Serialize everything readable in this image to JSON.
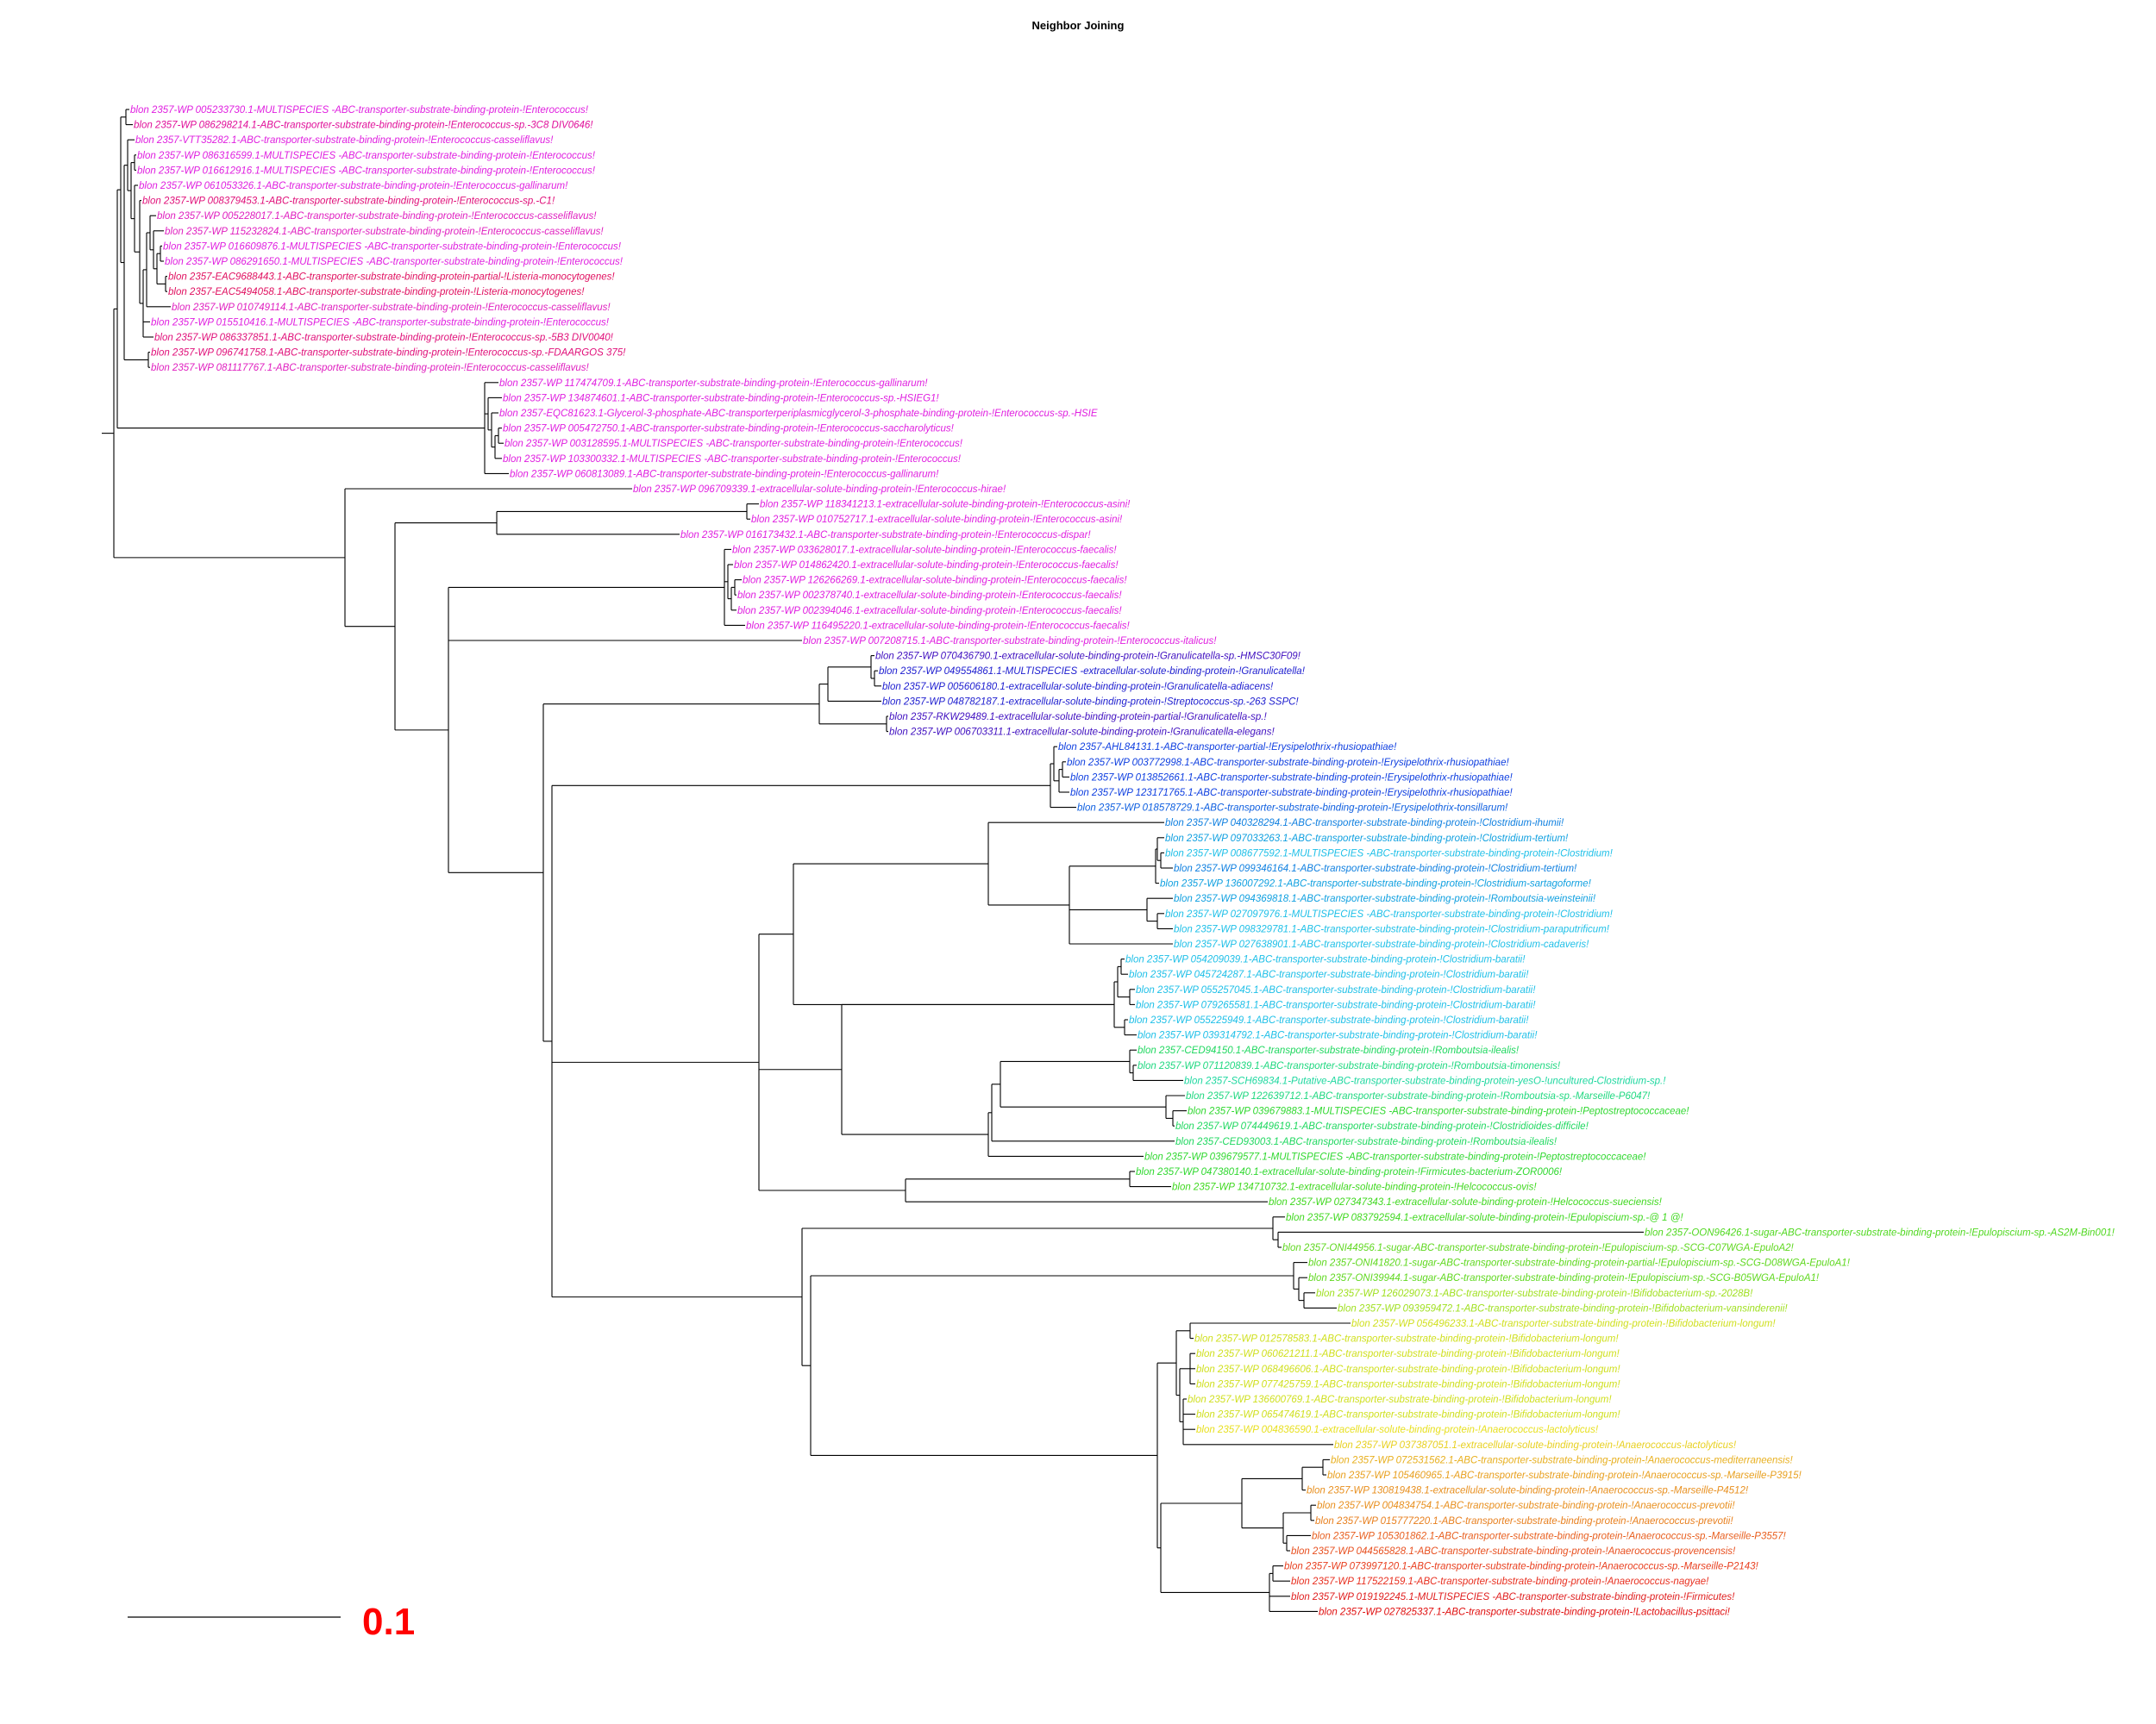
{
  "title": "Neighbor Joining",
  "scale_label": "0.1",
  "scale_color": "#ff0000",
  "branch_color": "#000000",
  "leaves": [
    {
      "label": "blon 2357-WP 005233730.1-MULTISPECIES -ABC-transporter-substrate-binding-protein-!Enterococcus!",
      "color": "#e020e0"
    },
    {
      "label": "blon 2357-WP 086298214.1-ABC-transporter-substrate-binding-protein-!Enterococcus-sp.-3C8 DIV0646!",
      "color": "#e0109a"
    },
    {
      "label": "blon 2357-VTT35282.1-ABC-transporter-substrate-binding-protein-!Enterococcus-casseliflavus!",
      "color": "#e020e0"
    },
    {
      "label": "blon 2357-WP 086316599.1-MULTISPECIES -ABC-transporter-substrate-binding-protein-!Enterococcus!",
      "color": "#e020e0"
    },
    {
      "label": "blon 2357-WP 016612916.1-MULTISPECIES -ABC-transporter-substrate-binding-protein-!Enterococcus!",
      "color": "#e020e0"
    },
    {
      "label": "blon 2357-WP 061053326.1-ABC-transporter-substrate-binding-protein-!Enterococcus-gallinarum!",
      "color": "#e020e0"
    },
    {
      "label": "blon 2357-WP 008379453.1-ABC-transporter-substrate-binding-protein-!Enterococcus-sp.-C1!",
      "color": "#e0107a"
    },
    {
      "label": "blon 2357-WP 005228017.1-ABC-transporter-substrate-binding-protein-!Enterococcus-casseliflavus!",
      "color": "#e020c0"
    },
    {
      "label": "blon 2357-WP 115232824.1-ABC-transporter-substrate-binding-protein-!Enterococcus-casseliflavus!",
      "color": "#e020c0"
    },
    {
      "label": "blon 2357-WP 016609876.1-MULTISPECIES -ABC-transporter-substrate-binding-protein-!Enterococcus!",
      "color": "#e020e0"
    },
    {
      "label": "blon 2357-WP 086291650.1-MULTISPECIES -ABC-transporter-substrate-binding-protein-!Enterococcus!",
      "color": "#e020e0"
    },
    {
      "label": "blon 2357-EAC9688443.1-ABC-transporter-substrate-binding-protein-partial-!Listeria-monocytogenes!",
      "color": "#e01060"
    },
    {
      "label": "blon 2357-EAC5494058.1-ABC-transporter-substrate-binding-protein-!Listeria-monocytogenes!",
      "color": "#e01060"
    },
    {
      "label": "blon 2357-WP 010749114.1-ABC-transporter-substrate-binding-protein-!Enterococcus-casseliflavus!",
      "color": "#e020c0"
    },
    {
      "label": "blon 2357-WP 015510416.1-MULTISPECIES -ABC-transporter-substrate-binding-protein-!Enterococcus!",
      "color": "#e020e0"
    },
    {
      "label": "blon 2357-WP 086337851.1-ABC-transporter-substrate-binding-protein-!Enterococcus-sp.-5B3 DIV0040!",
      "color": "#e0107a"
    },
    {
      "label": "blon 2357-WP 096741758.1-ABC-transporter-substrate-binding-protein-!Enterococcus-sp.-FDAARGOS 375!",
      "color": "#e0107a"
    },
    {
      "label": "blon 2357-WP 081117767.1-ABC-transporter-substrate-binding-protein-!Enterococcus-casseliflavus!",
      "color": "#e020c0"
    },
    {
      "label": "blon 2357-WP 117474709.1-ABC-transporter-substrate-binding-protein-!Enterococcus-gallinarum!",
      "color": "#e020e0"
    },
    {
      "label": "blon 2357-WP 134874601.1-ABC-transporter-substrate-binding-protein-!Enterococcus-sp.-HSIEG1!",
      "color": "#e020e0"
    },
    {
      "label": "blon 2357-EQC81623.1-Glycerol-3-phosphate-ABC-transporterperiplasmicglycerol-3-phosphate-binding-protein-!Enterococcus-sp.-HSIE",
      "color": "#e020e0"
    },
    {
      "label": "blon 2357-WP 005472750.1-ABC-transporter-substrate-binding-protein-!Enterococcus-saccharolyticus!",
      "color": "#e020e0"
    },
    {
      "label": "blon 2357-WP 003128595.1-MULTISPECIES -ABC-transporter-substrate-binding-protein-!Enterococcus!",
      "color": "#e020e0"
    },
    {
      "label": "blon 2357-WP 103300332.1-MULTISPECIES -ABC-transporter-substrate-binding-protein-!Enterococcus!",
      "color": "#e020e0"
    },
    {
      "label": "blon 2357-WP 060813089.1-ABC-transporter-substrate-binding-protein-!Enterococcus-gallinarum!",
      "color": "#e020e0"
    },
    {
      "label": "blon 2357-WP 096709339.1-extracellular-solute-binding-protein-!Enterococcus-hirae!",
      "color": "#e020e0"
    },
    {
      "label": "blon 2357-WP 118341213.1-extracellular-solute-binding-protein-!Enterococcus-asini!",
      "color": "#e020e0"
    },
    {
      "label": "blon 2357-WP 010752717.1-extracellular-solute-binding-protein-!Enterococcus-asini!",
      "color": "#e020e0"
    },
    {
      "label": "blon 2357-WP 016173432.1-ABC-transporter-substrate-binding-protein-!Enterococcus-dispar!",
      "color": "#e020e0"
    },
    {
      "label": "blon 2357-WP 033628017.1-extracellular-solute-binding-protein-!Enterococcus-faecalis!",
      "color": "#e020e0"
    },
    {
      "label": "blon 2357-WP 014862420.1-extracellular-solute-binding-protein-!Enterococcus-faecalis!",
      "color": "#e020e0"
    },
    {
      "label": "blon 2357-WP 126266269.1-extracellular-solute-binding-protein-!Enterococcus-faecalis!",
      "color": "#e020e0"
    },
    {
      "label": "blon 2357-WP 002378740.1-extracellular-solute-binding-protein-!Enterococcus-faecalis!",
      "color": "#e020e0"
    },
    {
      "label": "blon 2357-WP 002394046.1-extracellular-solute-binding-protein-!Enterococcus-faecalis!",
      "color": "#e020e0"
    },
    {
      "label": "blon 2357-WP 116495220.1-extracellular-solute-binding-protein-!Enterococcus-faecalis!",
      "color": "#e020e0"
    },
    {
      "label": "blon 2357-WP 007208715.1-ABC-transporter-substrate-binding-protein-!Enterococcus-italicus!",
      "color": "#e020e0"
    },
    {
      "label": "blon 2357-WP 070436790.1-extracellular-solute-binding-protein-!Granulicatella-sp.-HMSC30F09!",
      "color": "#4010c0"
    },
    {
      "label": "blon 2357-WP 049554861.1-MULTISPECIES -extracellular-solute-binding-protein-!Granulicatella!",
      "color": "#2020d0"
    },
    {
      "label": "blon 2357-WP 005606180.1-extracellular-solute-binding-protein-!Granulicatella-adiacens!",
      "color": "#2020d0"
    },
    {
      "label": "blon 2357-WP 048782187.1-extracellular-solute-binding-protein-!Streptococcus-sp.-263 SSPC!",
      "color": "#2020d0"
    },
    {
      "label": "blon 2357-RKW29489.1-extracellular-solute-binding-protein-partial-!Granulicatella-sp.!",
      "color": "#4010c0"
    },
    {
      "label": "blon 2357-WP 006703311.1-extracellular-solute-binding-protein-!Granulicatella-elegans!",
      "color": "#4010c0"
    },
    {
      "label": "blon 2357-AHL84131.1-ABC-transporter-partial-!Erysipelothrix-rhusiopathiae!",
      "color": "#1040e0"
    },
    {
      "label": "blon 2357-WP 003772998.1-ABC-transporter-substrate-binding-protein-!Erysipelothrix-rhusiopathiae!",
      "color": "#1040e0"
    },
    {
      "label": "blon 2357-WP 013852661.1-ABC-transporter-substrate-binding-protein-!Erysipelothrix-rhusiopathiae!",
      "color": "#1040e0"
    },
    {
      "label": "blon 2357-WP 123171765.1-ABC-transporter-substrate-binding-protein-!Erysipelothrix-rhusiopathiae!",
      "color": "#1040e0"
    },
    {
      "label": "blon 2357-WP 018578729.1-ABC-transporter-substrate-binding-protein-!Erysipelothrix-tonsillarum!",
      "color": "#1060e0"
    },
    {
      "label": "blon 2357-WP 040328294.1-ABC-transporter-substrate-binding-protein-!Clostridium-ihumii!",
      "color": "#1080e0"
    },
    {
      "label": "blon 2357-WP 097033263.1-ABC-transporter-substrate-binding-protein-!Clostridium-tertium!",
      "color": "#10a0e0"
    },
    {
      "label": "blon 2357-WP 008677592.1-MULTISPECIES -ABC-transporter-substrate-binding-protein-!Clostridium!",
      "color": "#20c0e8"
    },
    {
      "label": "blon 2357-WP 099346164.1-ABC-transporter-substrate-binding-protein-!Clostridium-tertium!",
      "color": "#1080e0"
    },
    {
      "label": "blon 2357-WP 136007292.1-ABC-transporter-substrate-binding-protein-!Clostridium-sartagoforme!",
      "color": "#10a0e0"
    },
    {
      "label": "blon 2357-WP 094369818.1-ABC-transporter-substrate-binding-protein-!Romboutsia-weinsteinii!",
      "color": "#10a0e0"
    },
    {
      "label": "blon 2357-WP 027097976.1-MULTISPECIES -ABC-transporter-substrate-binding-protein-!Clostridium!",
      "color": "#20c0e8"
    },
    {
      "label": "blon 2357-WP 098329781.1-ABC-transporter-substrate-binding-protein-!Clostridium-paraputrificum!",
      "color": "#20c0e8"
    },
    {
      "label": "blon 2357-WP 027638901.1-ABC-transporter-substrate-binding-protein-!Clostridium-cadaveris!",
      "color": "#20c0e8"
    },
    {
      "label": "blon 2357-WP 054209039.1-ABC-transporter-substrate-binding-protein-!Clostridium-baratii!",
      "color": "#20c0e8"
    },
    {
      "label": "blon 2357-WP 045724287.1-ABC-transporter-substrate-binding-protein-!Clostridium-baratii!",
      "color": "#20c0e8"
    },
    {
      "label": "blon 2357-WP 055257045.1-ABC-transporter-substrate-binding-protein-!Clostridium-baratii!",
      "color": "#20c0e8"
    },
    {
      "label": "blon 2357-WP 079265581.1-ABC-transporter-substrate-binding-protein-!Clostridium-baratii!",
      "color": "#20c0e8"
    },
    {
      "label": "blon 2357-WP 055225949.1-ABC-transporter-substrate-binding-protein-!Clostridium-baratii!",
      "color": "#20c0e8"
    },
    {
      "label": "blon 2357-WP 039314792.1-ABC-transporter-substrate-binding-protein-!Clostridium-baratii!",
      "color": "#20c0e8"
    },
    {
      "label": "blon 2357-CED94150.1-ABC-transporter-substrate-binding-protein-!Romboutsia-ilealis!",
      "color": "#20d860"
    },
    {
      "label": "blon 2357-WP 071120839.1-ABC-transporter-substrate-binding-protein-!Romboutsia-timonensis!",
      "color": "#20d880"
    },
    {
      "label": "blon 2357-SCH69834.1-Putative-ABC-transporter-substrate-binding-protein-yesO-!uncultured-Clostridium-sp.!",
      "color": "#20d8a0"
    },
    {
      "label": "blon 2357-WP 122639712.1-ABC-transporter-substrate-binding-protein-!Romboutsia-sp.-Marseille-P6047!",
      "color": "#20d880"
    },
    {
      "label": "blon 2357-WP 039679883.1-MULTISPECIES -ABC-transporter-substrate-binding-protein-!Peptostreptococcaceae!",
      "color": "#30d830"
    },
    {
      "label": "blon 2357-WP 074449619.1-ABC-transporter-substrate-binding-protein-!Clostridioides-difficile!",
      "color": "#20d860"
    },
    {
      "label": "blon 2357-CED93003.1-ABC-transporter-substrate-binding-protein-!Romboutsia-ilealis!",
      "color": "#20d860"
    },
    {
      "label": "blon 2357-WP 039679577.1-MULTISPECIES -ABC-transporter-substrate-binding-protein-!Peptostreptococcaceae!",
      "color": "#30d830"
    },
    {
      "label": "blon 2357-WP 047380140.1-extracellular-solute-binding-protein-!Firmicutes-bacterium-ZOR0006!",
      "color": "#30d830"
    },
    {
      "label": "blon 2357-WP 134710732.1-extracellular-solute-binding-protein-!Helcococcus-ovis!",
      "color": "#40d820"
    },
    {
      "label": "blon 2357-WP 027347343.1-extracellular-solute-binding-protein-!Helcococcus-sueciensis!",
      "color": "#40d820"
    },
    {
      "label": "blon 2357-WP 083792594.1-extracellular-solute-binding-protein-!Epulopiscium-sp.-@ 1 @!",
      "color": "#40d820"
    },
    {
      "label": "blon 2357-OON96426.1-sugar-ABC-transporter-substrate-binding-protein-!Epulopiscium-sp.-AS2M-Bin001!",
      "color": "#50d820"
    },
    {
      "label": "blon 2357-ONI44956.1-sugar-ABC-transporter-substrate-binding-protein-!Epulopiscium-sp.-SCG-C07WGA-EpuloA2!",
      "color": "#60d820"
    },
    {
      "label": "blon 2357-ONI41820.1-sugar-ABC-transporter-substrate-binding-protein-partial-!Epulopiscium-sp.-SCG-D08WGA-EpuloA1!",
      "color": "#60d820"
    },
    {
      "label": "blon 2357-ONI39944.1-sugar-ABC-transporter-substrate-binding-protein-!Epulopiscium-sp.-SCG-B05WGA-EpuloA1!",
      "color": "#60d820"
    },
    {
      "label": "blon 2357-WP 126029073.1-ABC-transporter-substrate-binding-protein-!Bifidobacterium-sp.-2028B!",
      "color": "#a0e020"
    },
    {
      "label": "blon 2357-WP 093959472.1-ABC-transporter-substrate-binding-protein-!Bifidobacterium-vansinderenii!",
      "color": "#a0e020"
    },
    {
      "label": "blon 2357-WP 056496233.1-ABC-transporter-substrate-binding-protein-!Bifidobacterium-longum!",
      "color": "#d0e020"
    },
    {
      "label": "blon 2357-WP 012578583.1-ABC-transporter-substrate-binding-protein-!Bifidobacterium-longum!",
      "color": "#d0e020"
    },
    {
      "label": "blon 2357-WP 060621211.1-ABC-transporter-substrate-binding-protein-!Bifidobacterium-longum!",
      "color": "#d0e020"
    },
    {
      "label": "blon 2357-WP 068496606.1-ABC-transporter-substrate-binding-protein-!Bifidobacterium-longum!",
      "color": "#d0e020"
    },
    {
      "label": "blon 2357-WP 077425759.1-ABC-transporter-substrate-binding-protein-!Bifidobacterium-longum!",
      "color": "#d0e020"
    },
    {
      "label": "blon 2357-WP 136600769.1-ABC-transporter-substrate-binding-protein-!Bifidobacterium-longum!",
      "color": "#d0e020"
    },
    {
      "label": "blon 2357-WP 065474619.1-ABC-transporter-substrate-binding-protein-!Bifidobacterium-longum!",
      "color": "#d0e020"
    },
    {
      "label": "blon 2357-WP 004836590.1-extracellular-solute-binding-protein-!Anaerococcus-lactolyticus!",
      "color": "#e8e020"
    },
    {
      "label": "blon 2357-WP 037387051.1-extracellular-solute-binding-protein-!Anaerococcus-lactolyticus!",
      "color": "#e8d020"
    },
    {
      "label": "blon 2357-WP 072531562.1-ABC-transporter-substrate-binding-protein-!Anaerococcus-mediterraneensis!",
      "color": "#e8b020"
    },
    {
      "label": "blon 2357-WP 105460965.1-ABC-transporter-substrate-binding-protein-!Anaerococcus-sp.-Marseille-P3915!",
      "color": "#e8a020"
    },
    {
      "label": "blon 2357-WP 130819438.1-extracellular-solute-binding-protein-!Anaerococcus-sp.-Marseille-P4512!",
      "color": "#e89020"
    },
    {
      "label": "blon 2357-WP 004834754.1-ABC-transporter-substrate-binding-protein-!Anaerococcus-prevotii!",
      "color": "#e89020"
    },
    {
      "label": "blon 2357-WP 015777220.1-ABC-transporter-substrate-binding-protein-!Anaerococcus-prevotii!",
      "color": "#e88020"
    },
    {
      "label": "blon 2357-WP 105301862.1-ABC-transporter-substrate-binding-protein-!Anaerococcus-sp.-Marseille-P3557!",
      "color": "#e86020"
    },
    {
      "label": "blon 2357-WP 044565828.1-ABC-transporter-substrate-binding-protein-!Anaerococcus-provencensis!",
      "color": "#e85020"
    },
    {
      "label": "blon 2357-WP 073997120.1-ABC-transporter-substrate-binding-protein-!Anaerococcus-sp.-Marseille-P2143!",
      "color": "#e84020"
    },
    {
      "label": "blon 2357-WP 117522159.1-ABC-transporter-substrate-binding-protein-!Anaerococcus-nagyae!",
      "color": "#e83020"
    },
    {
      "label": "blon 2357-WP 019192245.1-MULTISPECIES -ABC-transporter-substrate-binding-protein-!Firmicutes!",
      "color": "#e02020"
    },
    {
      "label": "blon 2357-WP 027825337.1-ABC-transporter-substrate-binding-protein-!Lactobacillus-psittaci!",
      "color": "#e01010"
    }
  ]
}
